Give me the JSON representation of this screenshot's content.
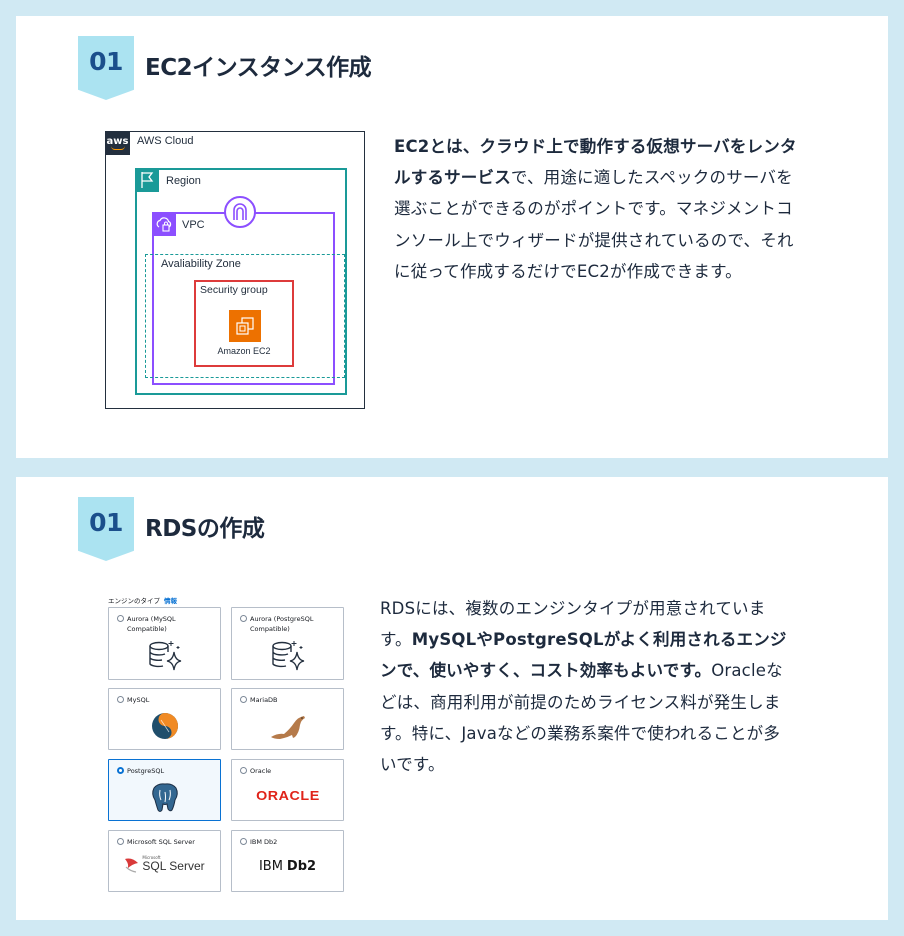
{
  "sections": [
    {
      "badge_number": "01",
      "title": "EC2インスタンス作成",
      "diagram": {
        "cloud_label": "AWS Cloud",
        "cloud_icon": "aws-logo-icon",
        "region_label": "Region",
        "region_icon": "flag-icon",
        "vpc_label": "VPC",
        "vpc_icon": "cloud-lock-icon",
        "gateway_icon": "internet-gateway-icon",
        "az_label": "Avaliability Zone",
        "security_group_label": "Security group",
        "ec2_label": "Amazon EC2",
        "ec2_icon": "ec2-instance-icon",
        "colors": {
          "cloud_border": "#232f3e",
          "region": "#1a9a98",
          "vpc": "#8c4fff",
          "security_group": "#dd3b3b",
          "ec2": "#ed7100"
        }
      },
      "description": {
        "bold": "EC2とは、クラウド上で動作する仮想サーバをレンタルするサービス",
        "normal": "で、用途に適したスペックのサーバを選ぶことができるのがポイントです。マネジメントコンソール上でウィザードが提供されているので、それに従って作成するだけでEC2が作成できます。"
      }
    },
    {
      "badge_number": "01",
      "title": "RDSの作成",
      "engine_picker": {
        "heading": "エンジンのタイプ",
        "info_link": "情報",
        "options": [
          {
            "label": "Aurora (MySQL Compatible)",
            "selected": false,
            "logo": "aurora-db-icon"
          },
          {
            "label": "Aurora (PostgreSQL Compatible)",
            "selected": false,
            "logo": "aurora-db-icon"
          },
          {
            "label": "MySQL",
            "selected": false,
            "logo": "mysql-logo-icon"
          },
          {
            "label": "MariaDB",
            "selected": false,
            "logo": "mariadb-seal-icon"
          },
          {
            "label": "PostgreSQL",
            "selected": true,
            "logo": "postgresql-elephant-icon"
          },
          {
            "label": "Oracle",
            "selected": false,
            "logo": "oracle-logo-icon",
            "logo_text": "ORACLE"
          },
          {
            "label": "Microsoft SQL Server",
            "selected": false,
            "logo": "sql-server-logo-icon",
            "logo_text": "SQL Server",
            "logo_subtext": "Microsoft"
          },
          {
            "label": "IBM Db2",
            "selected": false,
            "logo": "ibm-db2-logo-icon",
            "logo_text_light": "IBM",
            "logo_text_bold": "Db2"
          }
        ],
        "colors": {
          "selected_border": "#0972d3",
          "selected_bg": "#f2f8fd",
          "oracle_red": "#e0241a"
        }
      },
      "description": {
        "normal_1": "RDSには、複数のエンジンタイプが用意されています。",
        "bold": "MySQLやPostgreSQLがよく利用されるエンジンで、使いやすく、コスト効率もよいです。",
        "normal_2": "Oracleなどは、商用利用が前提のためライセンス料が発生します。特に、Javaなどの業務系案件で使われることが多いです。"
      }
    }
  ],
  "colors": {
    "page_bg": "#d0e9f3",
    "card_bg": "#ffffff",
    "badge_bg": "#abe3f1",
    "badge_text": "#1b4f8c",
    "heading_text": "#1d2a3d"
  }
}
